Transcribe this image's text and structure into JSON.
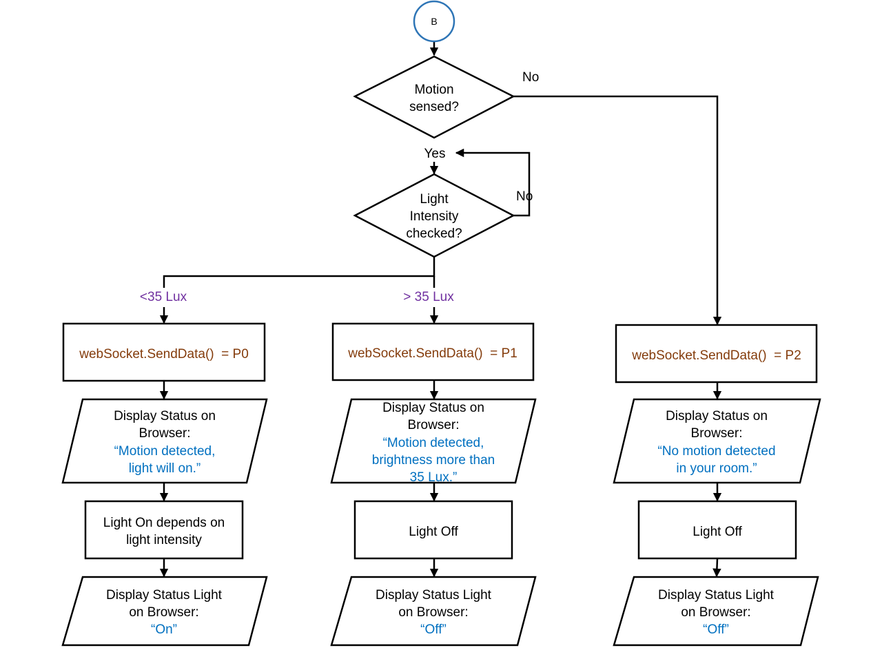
{
  "connector": {
    "label": "B",
    "color": "#2e75b6"
  },
  "decision_motion": {
    "line1": "Motion",
    "line2": "sensed?",
    "yes_label": "Yes",
    "no_label": "No"
  },
  "decision_light": {
    "line1": "Light",
    "line2": "Intensity",
    "line3": "checked?",
    "no_label": "No"
  },
  "branch_labels": {
    "low": "<35 Lux",
    "high": "> 35 Lux"
  },
  "columns": [
    {
      "send": "webSocket.SendData()  = P0",
      "display_status": {
        "line1": "Display Status on",
        "line2": "Browser:",
        "quote1": "“Motion detected,",
        "quote2": "light will on.”",
        "quote3": ""
      },
      "action": {
        "line1": "Light On depends on",
        "line2": "light intensity"
      },
      "display_light": {
        "line1": "Display Status Light",
        "line2": "on Browser:",
        "quote": "“On”"
      }
    },
    {
      "send": "webSocket.SendData()  = P1",
      "display_status": {
        "line1": "Display Status on",
        "line2": "Browser:",
        "quote1": "“Motion detected,",
        "quote2": "brightness more than",
        "quote3": "35 Lux.”"
      },
      "action": {
        "line1": "Light Off",
        "line2": ""
      },
      "display_light": {
        "line1": "Display Status Light",
        "line2": "on Browser:",
        "quote": "“Off”"
      }
    },
    {
      "send": "webSocket.SendData()  = P2",
      "display_status": {
        "line1": "Display Status on",
        "line2": "Browser:",
        "quote1": "“No motion detected",
        "quote2": "in your room.”",
        "quote3": ""
      },
      "action": {
        "line1": "Light Off",
        "line2": ""
      },
      "display_light": {
        "line1": "Display Status Light",
        "line2": "on Browser:",
        "quote": "“Off”"
      }
    }
  ],
  "colors": {
    "code_text": "#843c0c",
    "quote_text": "#0070c0",
    "branch_text": "#7030a0",
    "connector_stroke": "#2e75b6"
  }
}
